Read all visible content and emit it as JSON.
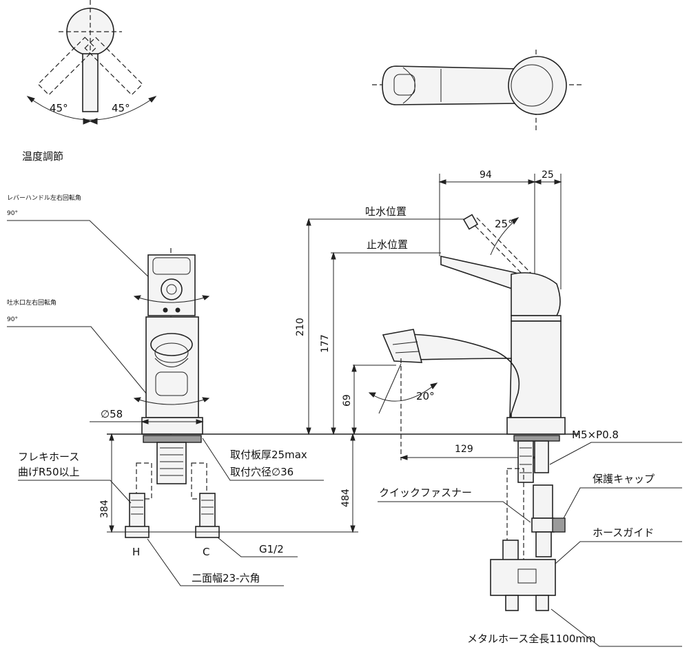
{
  "top_view": {
    "angle_left": "45°",
    "angle_right": "45°",
    "label": "温度調節"
  },
  "front_view": {
    "lever_rotation_label": "レバーハンドル左右回転角",
    "lever_rotation_value": "90°",
    "spout_rotation_label": "吐水口左右回転角",
    "spout_rotation_value": "90°",
    "diameter": "∅58",
    "flex_hose_line1": "フレキホース",
    "flex_hose_line2": "曲げR50以上",
    "plate_thickness": "取付板厚25max",
    "mount_hole": "取付穴径∅36",
    "dim_384": "384",
    "hot_label": "H",
    "cold_label": "C",
    "thread": "G1/2",
    "hex": "二面幅23-六角"
  },
  "side_view": {
    "dim_94": "94",
    "dim_25": "25",
    "angle_25": "25°",
    "outlet_pos": "吐水位置",
    "stop_pos": "止水位置",
    "dim_210": "210",
    "dim_177": "177",
    "dim_69": "69",
    "angle_20": "20°",
    "dim_129": "129",
    "dim_484": "484",
    "m5": "M5×P0.8",
    "quick_fastener": "クイックファスナー",
    "cap": "保護キャップ",
    "hose_guide": "ホースガイド",
    "metal_hose": "メタルホース全長1100mm"
  }
}
